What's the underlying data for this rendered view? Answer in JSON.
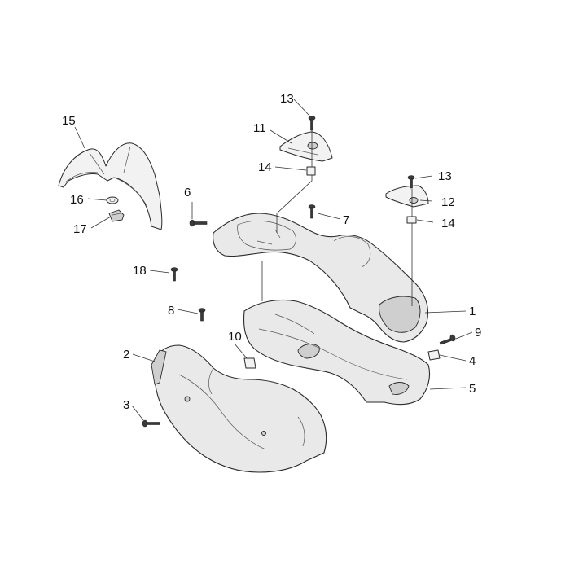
{
  "callouts": [
    {
      "id": "1",
      "label": "1",
      "part": "upper-handlebar-cover"
    },
    {
      "id": "2",
      "label": "2",
      "part": "rear-handlebar-cover"
    },
    {
      "id": "3",
      "label": "3",
      "part": "screw"
    },
    {
      "id": "4",
      "label": "4",
      "part": "clip-nut"
    },
    {
      "id": "5",
      "label": "5",
      "part": "front-handlebar-cover"
    },
    {
      "id": "6",
      "label": "6",
      "part": "screw"
    },
    {
      "id": "7",
      "label": "7",
      "part": "screw"
    },
    {
      "id": "8",
      "label": "8",
      "part": "screw"
    },
    {
      "id": "9",
      "label": "9",
      "part": "screw"
    },
    {
      "id": "10",
      "label": "10",
      "part": "clip-nut"
    },
    {
      "id": "11",
      "label": "11",
      "part": "left-cover-plate"
    },
    {
      "id": "12",
      "label": "12",
      "part": "right-cover-plate"
    },
    {
      "id": "13a",
      "label": "13",
      "part": "screw"
    },
    {
      "id": "13b",
      "label": "13",
      "part": "screw"
    },
    {
      "id": "14a",
      "label": "14",
      "part": "clip-nut"
    },
    {
      "id": "14b",
      "label": "14",
      "part": "clip-nut"
    },
    {
      "id": "15",
      "label": "15",
      "part": "instrument-cover"
    },
    {
      "id": "16",
      "label": "16",
      "part": "washer"
    },
    {
      "id": "17",
      "label": "17",
      "part": "clip"
    },
    {
      "id": "18",
      "label": "18",
      "part": "screw"
    }
  ]
}
